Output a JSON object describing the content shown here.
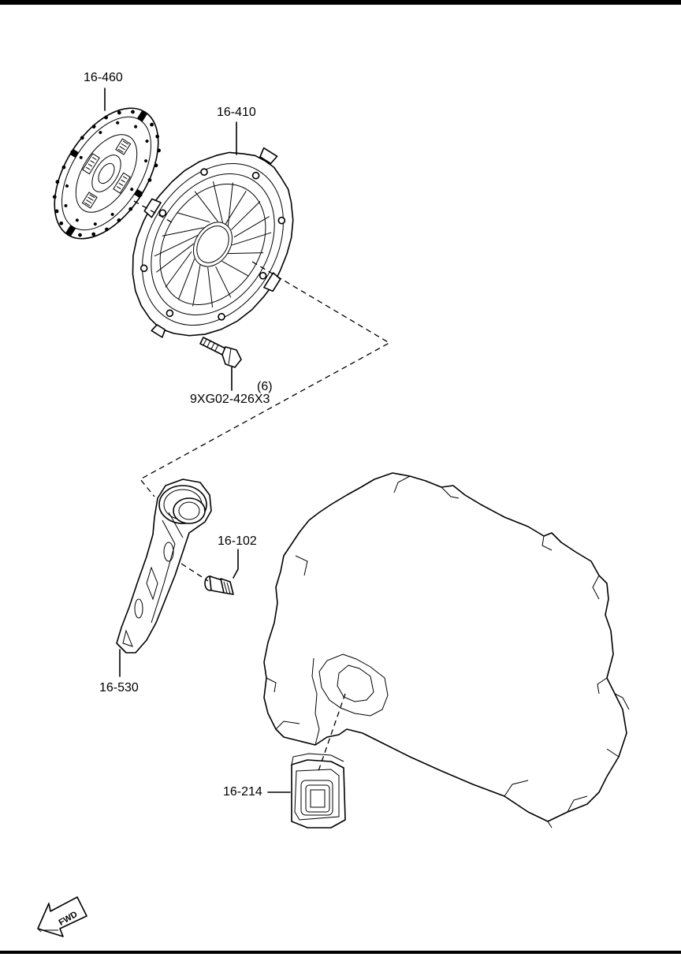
{
  "parts": {
    "clutch_disc": "16-460",
    "clutch_cover": "16-410",
    "bolt_part": "9XG02-426X3",
    "bolt_qty": "(6)",
    "release_fork": "16-530",
    "pivot": "16-102",
    "boot": "16-214"
  },
  "fwd_label": "FWD",
  "icons": [
    "fwd-arrow-icon"
  ]
}
